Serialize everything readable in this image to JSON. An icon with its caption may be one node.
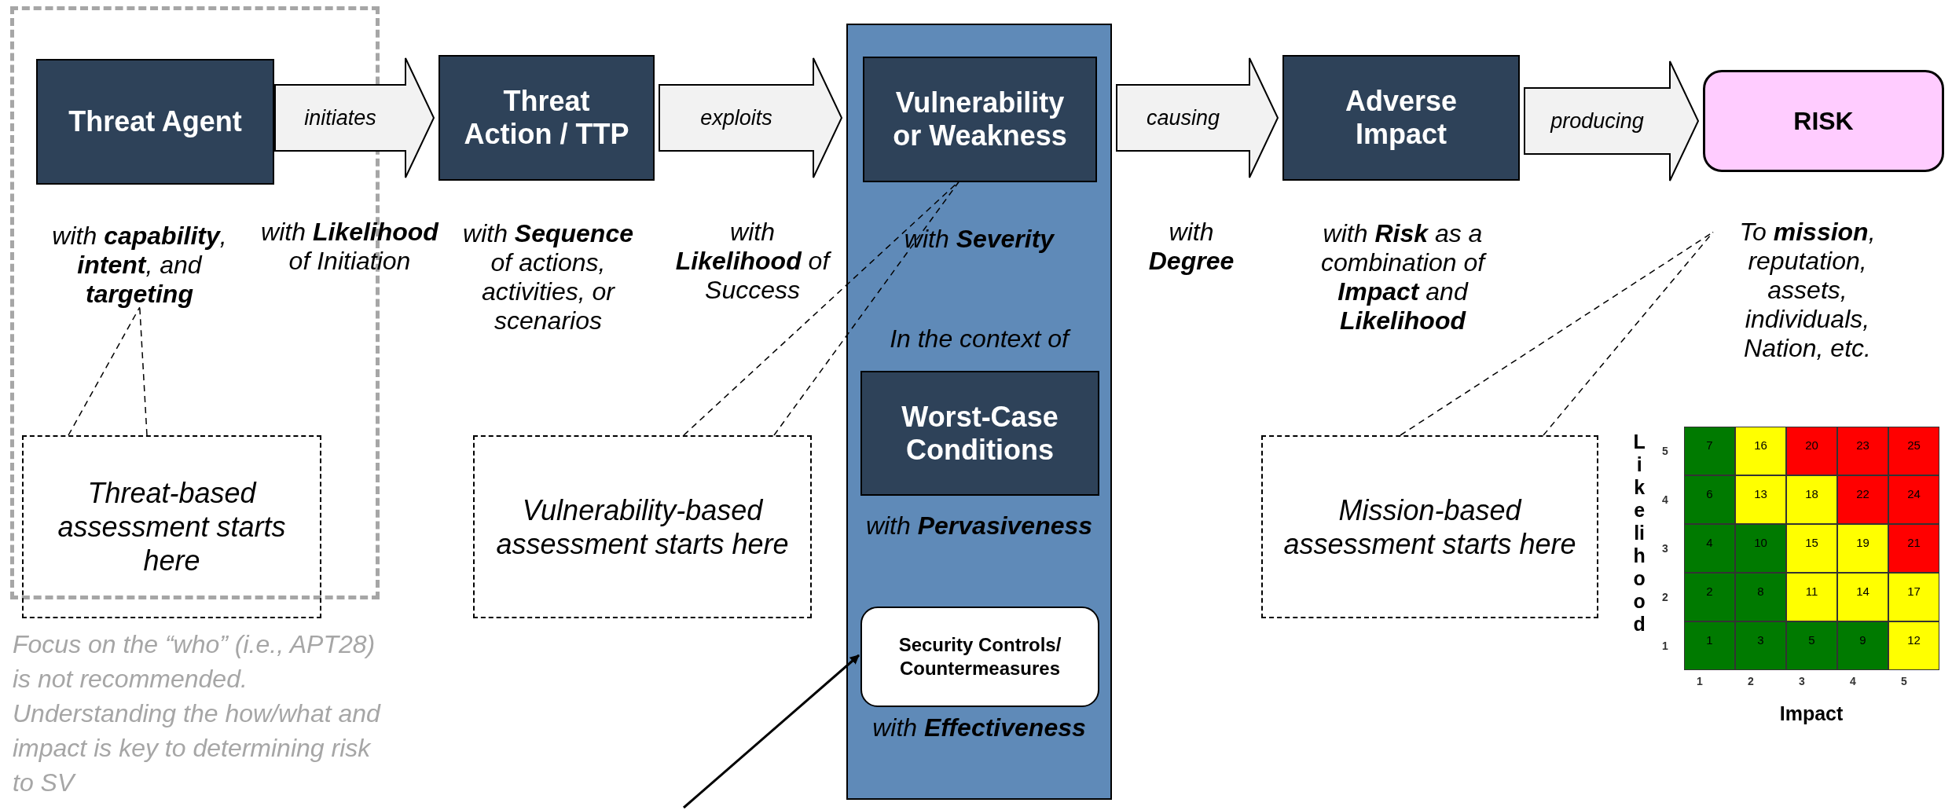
{
  "diagram": {
    "nodes": [
      {
        "text": [],
        "shape": "box"
      },
      {
        "text": [
          "Threat Agent"
        ],
        "in": 0
      },
      {
        "text": [
          "Threat Action / TTP"
        ],
        "beside": [
          "with **Sequence** of actions, activities, or scenarios"
        ]
      },
      {
        "text": [
          "with **Severity**",
          "In the context of",
          "with **Pervasiveness**",
          "with **Effectiveness**"
        ]
      },
      {
        "text": [
          "Vulnerability or Weakness"
        ],
        "in": 3
      },
      {
        "text": [
          "Worst-Case Conditions"
        ],
        "in": 3
      },
      {
        "text": [
          "Security Controls/ Countermeasures"
        ],
        "in": 3
      },
      {
        "text": [
          "Adverse Impact"
        ],
        "beside": [
          "with **Risk** as a combination of **Impact** and **Likelihood**"
        ]
      },
      {
        "text": [
          "RISK"
        ]
      },
      {
        "text": [
          "Threat-based assessment starts here"
        ]
      },
      {
        "text": [
          "Vulnerability-based assessment starts here"
        ]
      },
      {
        "text": [
          "Mission-based assessment starts here"
        ]
      },
      {
        "text": [
          "with **capability**, **intent**, and **targeting**"
        ],
        "in": 0
      },
      {
        "text": [
          "To **mission**, reputation, assets, individuals, Nation, etc."
        ]
      }
    ],
    "edges": [
      {
        "from": 1,
        "to": 2,
        "arrow": "to",
        "label": "initiates"
      },
      {
        "from": 2,
        "to": 3,
        "arrow": "to",
        "label": "exploits"
      },
      {
        "from": 3,
        "to": 7,
        "arrow": "to",
        "label": "causing"
      },
      {
        "from": 7,
        "to": 8,
        "arrow": "to",
        "label": "producing"
      },
      {
        "from": 9,
        "to": 12,
        "arrow": "none",
        "style": "dashed"
      },
      {
        "from": 10,
        "to": 4,
        "arrow": "none",
        "style": "dashed"
      },
      {
        "from": 11,
        "to": 13,
        "arrow": "none",
        "style": "dashed"
      },
      {
        "from": null,
        "to": 6,
        "arrow": "to"
      }
    ],
    "labels": [
      "Focus on the “who” (i.e., APT28) is not recommended. Understanding the how/what and impact is key to determining risk to SV",
      "with **Likelihood** of Initiation",
      "with **Likelihood** of Success",
      "with **Degree**",
      "Likelihood",
      "5",
      "7",
      "16",
      "20",
      "23",
      "25",
      "4",
      "6",
      "13",
      "18",
      "22",
      "24",
      "3",
      "4",
      "10",
      "15",
      "19",
      "21",
      "2",
      "2",
      "8",
      "11",
      "14",
      "17",
      "1",
      "1",
      "3",
      "5",
      "9",
      "12",
      "1",
      "2",
      "3",
      "4",
      "5",
      "Impact"
    ]
  }
}
